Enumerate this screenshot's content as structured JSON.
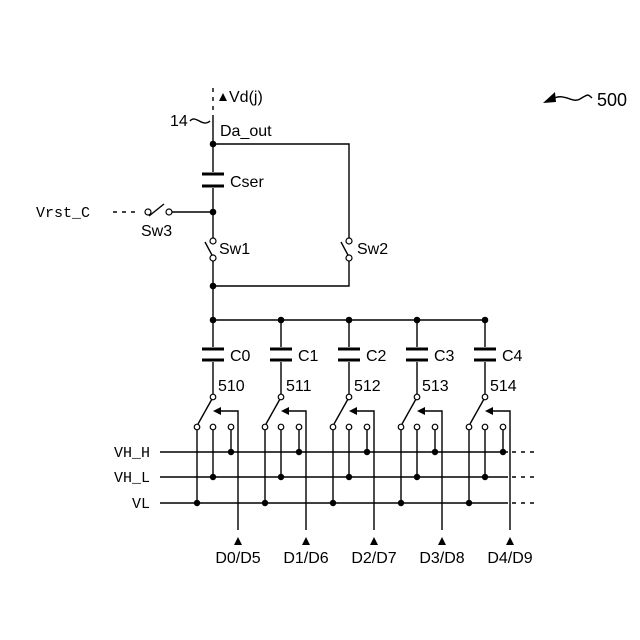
{
  "figure_number": "500",
  "node_ref": "14",
  "supply_label": "Vd(j)",
  "output_label": "Da_out",
  "series_cap_label": "Cser",
  "reset_input_label": "Vrst_C",
  "switches": {
    "sw1": "Sw1",
    "sw2": "Sw2",
    "sw3": "Sw3"
  },
  "rails": [
    "VH_H",
    "VH_L",
    "VL"
  ],
  "cells": [
    {
      "cap": "C0",
      "mux": "510",
      "data": "D0/D5"
    },
    {
      "cap": "C1",
      "mux": "511",
      "data": "D1/D6"
    },
    {
      "cap": "C2",
      "mux": "512",
      "data": "D2/D7"
    },
    {
      "cap": "C3",
      "mux": "513",
      "data": "D3/D8"
    },
    {
      "cap": "C4",
      "mux": "514",
      "data": "D4/D9"
    }
  ]
}
